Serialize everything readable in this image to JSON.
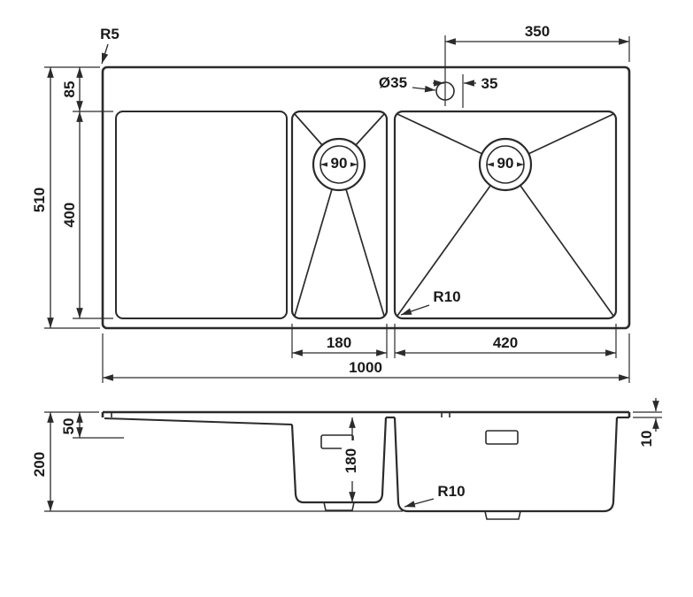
{
  "drawing": {
    "description": "kitchen sink dimensional drawing, top view and side section view",
    "colors": {
      "line": "#2b2b2b",
      "text": "#1a1a1a",
      "background": "#ffffff"
    },
    "top_view": {
      "corner_radius": "R5",
      "dim_350": "350",
      "dim_85": "85",
      "hole_diameter": "Ø35",
      "dim_35": "35",
      "dim_510": "510",
      "dim_400": "400",
      "drain_small_diameter": "90",
      "drain_large_diameter": "90",
      "bowl_corner_radius": "R10",
      "dim_180": "180",
      "dim_420": "420",
      "dim_1000": "1000"
    },
    "side_view": {
      "dim_200": "200",
      "dim_50": "50",
      "dim_180": "180",
      "dim_10": "10",
      "bowl_corner_radius": "R10"
    }
  }
}
